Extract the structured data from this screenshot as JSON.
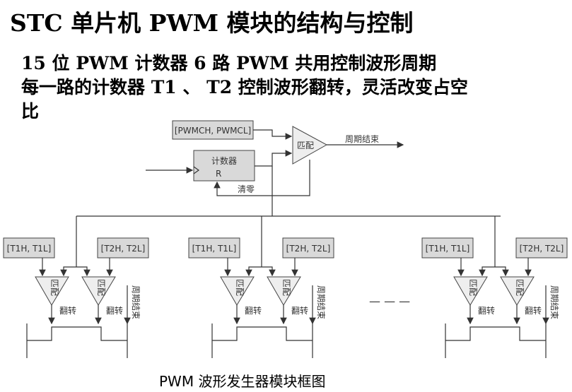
{
  "title": "STC 单片机 PWM 模块的结构与控制",
  "lines": [
    "15 位 PWM 计数器 6 路 PWM 共用控制波形周期",
    "每一路的计数器 T1 、 T2 控制波形翻转，灵活改变占空",
    "比"
  ],
  "diagram": {
    "pwmch_box": "[PWMCH, PWMCL]",
    "counter_box": "计数器",
    "reset_pin": "R",
    "top_match": "匹配",
    "period_end": "周期结束",
    "clear": "清零",
    "t1_box": "[T1H, T1L]",
    "t2_box": "[T2H, T2L]",
    "match": "匹配",
    "flip": "翻转",
    "period_end_vertical": "周期结束",
    "ellipsis": "— — —"
  },
  "caption": "PWM 波形发生器模块框图"
}
